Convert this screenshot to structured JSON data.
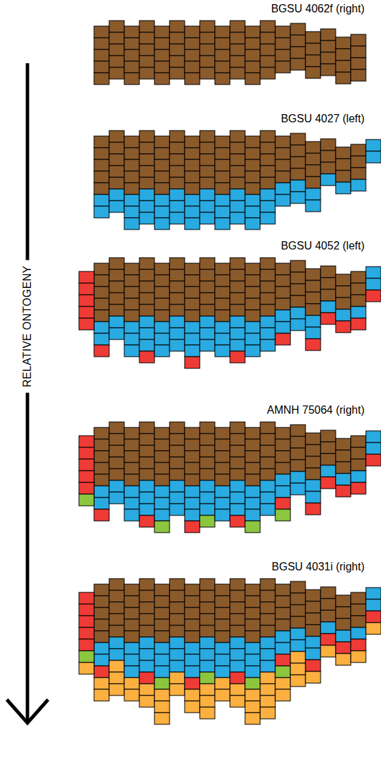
{
  "diagram": {
    "labels": [
      "RELATIVE ONTOGENY",
      "BGSU 4062f (right)",
      "BGSU 4027 (left)",
      "BGSU 4052 (left)",
      "AMNH 75064 (right)",
      "BGSU 4031i (right)"
    ]
  }
}
